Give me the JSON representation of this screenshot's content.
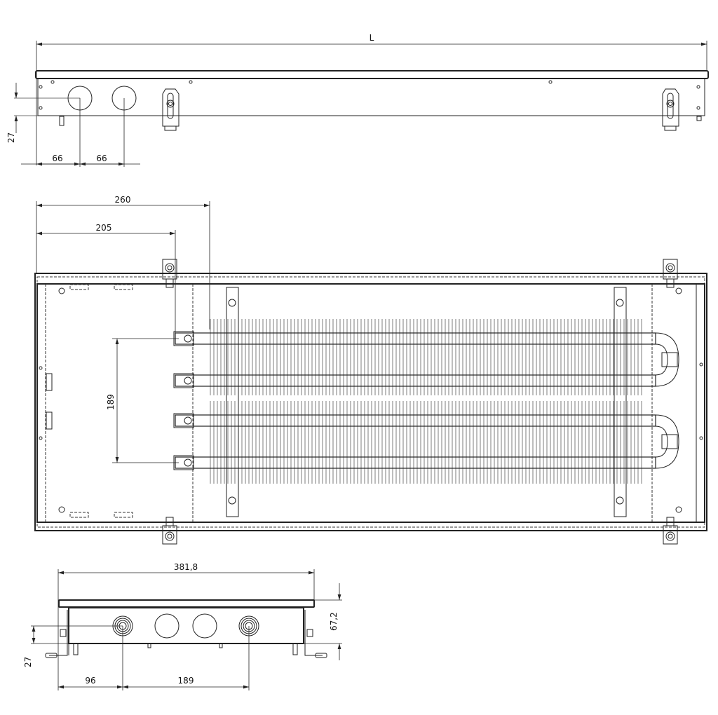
{
  "dimensions": {
    "front_length": "L",
    "front_height_27": "27",
    "front_offset_66_a": "66",
    "front_offset_66_b": "66",
    "plan_260": "260",
    "plan_205": "205",
    "plan_189": "189",
    "section_width": "381,8",
    "section_height": "67,2",
    "section_27": "27",
    "section_96": "96",
    "section_189": "189"
  },
  "colors": {
    "line": "#222222",
    "background": "#ffffff"
  }
}
